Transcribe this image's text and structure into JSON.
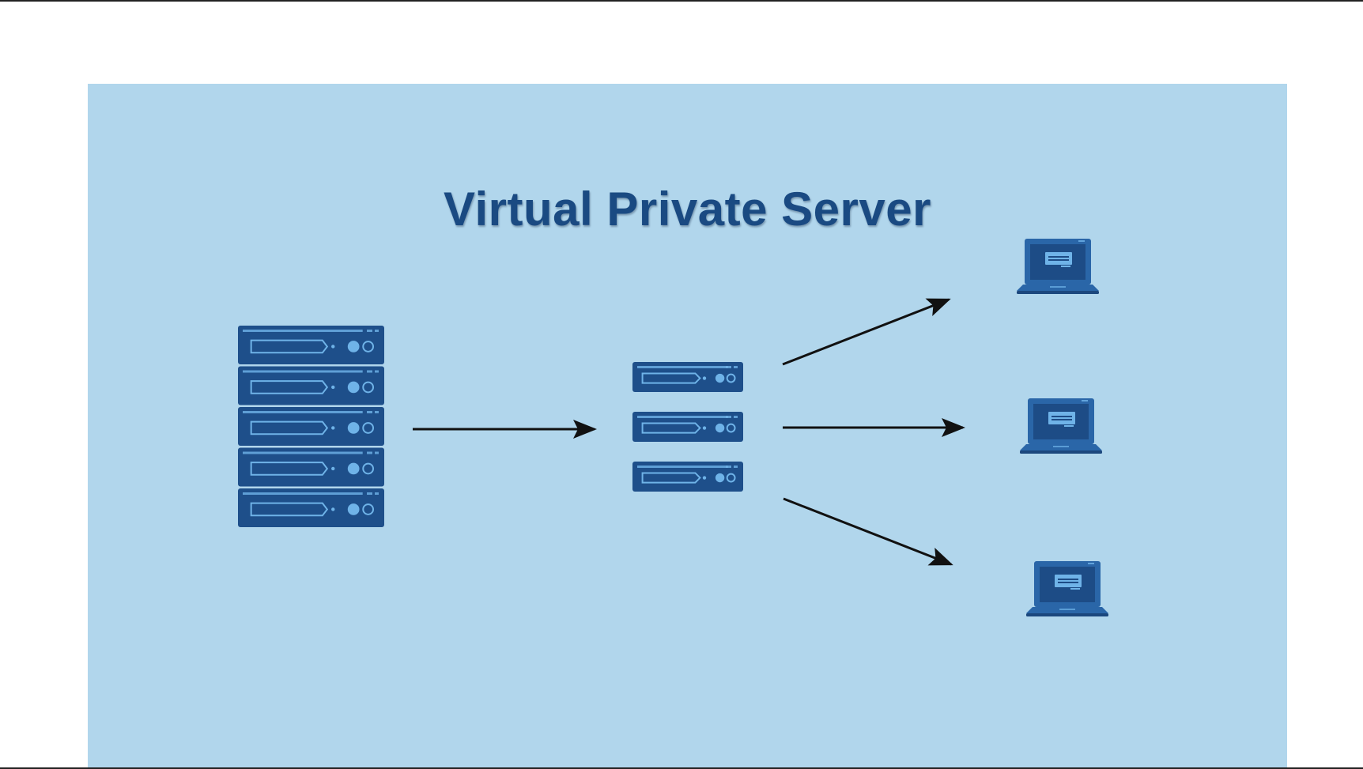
{
  "diagram": {
    "title": "Virtual Private Server",
    "colors": {
      "background": "#b1d6ec",
      "title": "#1a4a82",
      "server_body": "#1e4f8a",
      "server_accent": "#6fb3e8",
      "laptop_body": "#2a66a8",
      "laptop_screen": "#1d4c86",
      "arrow": "#111111"
    },
    "nodes": [
      {
        "id": "physical-server",
        "icon": "server-rack-icon",
        "units": 5
      },
      {
        "id": "vps-instances",
        "icon": "server-stack-icon",
        "units": 3
      },
      {
        "id": "client-1",
        "icon": "laptop-icon"
      },
      {
        "id": "client-2",
        "icon": "laptop-icon"
      },
      {
        "id": "client-3",
        "icon": "laptop-icon"
      }
    ],
    "edges": [
      {
        "from": "physical-server",
        "to": "vps-instances"
      },
      {
        "from": "vps-instances",
        "to": "client-1"
      },
      {
        "from": "vps-instances",
        "to": "client-2"
      },
      {
        "from": "vps-instances",
        "to": "client-3"
      }
    ]
  }
}
